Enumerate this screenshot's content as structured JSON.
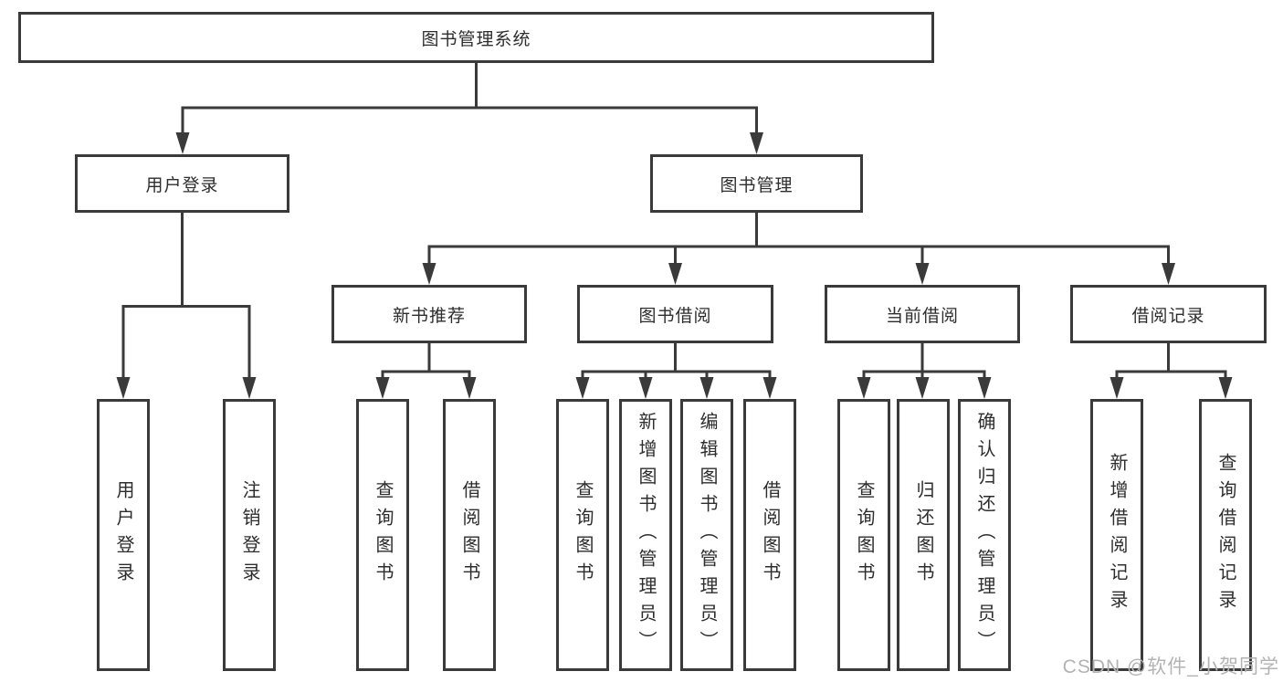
{
  "diagram": {
    "root": "图书管理系统",
    "login_branch": {
      "label": "用户登录",
      "children": [
        "用户登录",
        "注销登录"
      ]
    },
    "management_branch": {
      "label": "图书管理",
      "children": [
        {
          "label": "新书推荐",
          "children": [
            "查询图书",
            "借阅图书"
          ]
        },
        {
          "label": "图书借阅",
          "children": [
            "查询图书",
            "新增图书（管理员）",
            "编辑图书（管理员）",
            "借阅图书"
          ]
        },
        {
          "label": "当前借阅",
          "children": [
            "查询图书",
            "归还图书",
            "确认归还（管理员）"
          ]
        },
        {
          "label": "借阅记录",
          "children": [
            "新增借阅记录",
            "查询借阅记录"
          ]
        }
      ]
    }
  },
  "watermark": "CSDN @软件_小贺同学",
  "colors": {
    "line": "#3a3a3a",
    "text": "#2d2d2d",
    "background": "#ffffff",
    "watermark": "#b3b3b3"
  }
}
